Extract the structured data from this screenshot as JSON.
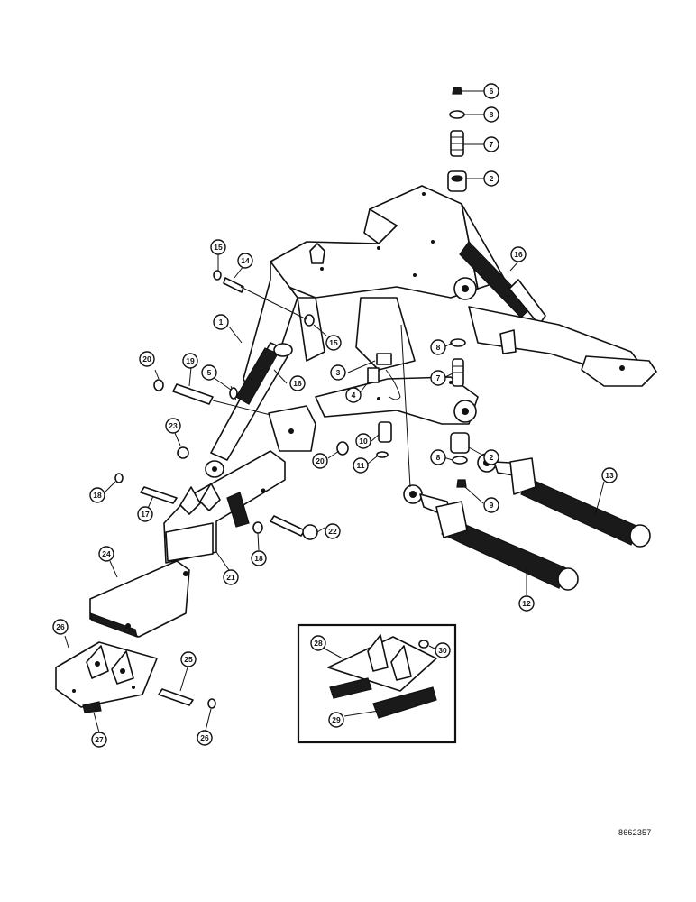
{
  "reference_code": "8662357",
  "callouts": [
    {
      "id": "c6",
      "label": "6"
    },
    {
      "id": "c8a",
      "label": "8"
    },
    {
      "id": "c7a",
      "label": "7"
    },
    {
      "id": "c2a",
      "label": "2"
    },
    {
      "id": "c16a",
      "label": "16"
    },
    {
      "id": "c15a",
      "label": "15"
    },
    {
      "id": "c14",
      "label": "14"
    },
    {
      "id": "c1",
      "label": "1"
    },
    {
      "id": "c15b",
      "label": "15"
    },
    {
      "id": "c8b",
      "label": "8"
    },
    {
      "id": "c7b",
      "label": "7"
    },
    {
      "id": "c20a",
      "label": "20"
    },
    {
      "id": "c19",
      "label": "19"
    },
    {
      "id": "c5",
      "label": "5"
    },
    {
      "id": "c16b",
      "label": "16"
    },
    {
      "id": "c3",
      "label": "3"
    },
    {
      "id": "c4",
      "label": "4"
    },
    {
      "id": "c23",
      "label": "23"
    },
    {
      "id": "c10",
      "label": "10"
    },
    {
      "id": "c20b",
      "label": "20"
    },
    {
      "id": "c11",
      "label": "11"
    },
    {
      "id": "c2b",
      "label": "2"
    },
    {
      "id": "c8c",
      "label": "8"
    },
    {
      "id": "c9",
      "label": "9"
    },
    {
      "id": "c13",
      "label": "13"
    },
    {
      "id": "c18a",
      "label": "18"
    },
    {
      "id": "c17",
      "label": "17"
    },
    {
      "id": "c22",
      "label": "22"
    },
    {
      "id": "c18b",
      "label": "18"
    },
    {
      "id": "c21",
      "label": "21"
    },
    {
      "id": "c24",
      "label": "24"
    },
    {
      "id": "c12",
      "label": "12"
    },
    {
      "id": "c28",
      "label": "28"
    },
    {
      "id": "c30",
      "label": "30"
    },
    {
      "id": "c29",
      "label": "29"
    },
    {
      "id": "c26a",
      "label": "26"
    },
    {
      "id": "c25",
      "label": "25"
    },
    {
      "id": "c27",
      "label": "27"
    },
    {
      "id": "c26b",
      "label": "26"
    }
  ]
}
